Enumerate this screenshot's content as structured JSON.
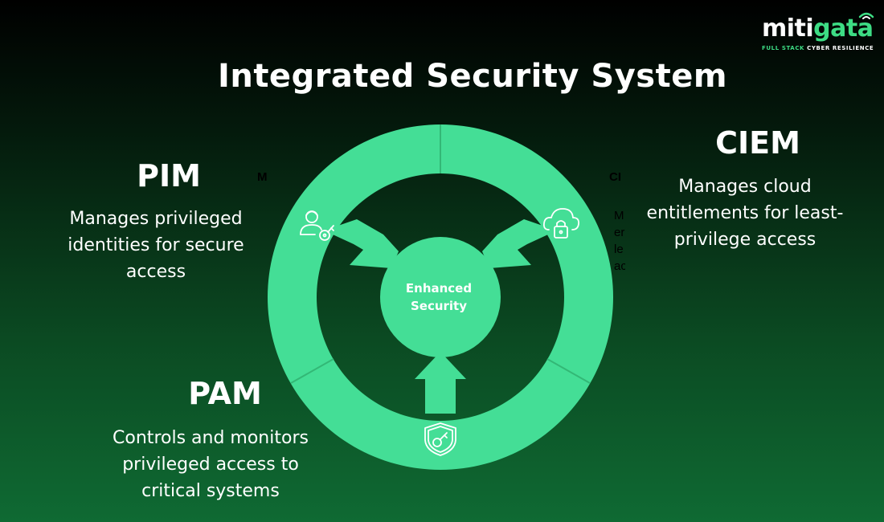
{
  "title": "Integrated Security System",
  "logo": {
    "word_part1": "miti",
    "word_part2": "gata",
    "tagline_part1": "FULL STACK",
    "tagline_part2": "CYBER RESILIENCE"
  },
  "center_label_line1": "Enhanced",
  "center_label_line2": "Security",
  "sections": {
    "pim": {
      "heading": "PIM",
      "description": "Manages privileged identities for secure access",
      "icon": "user-key-icon"
    },
    "ciem": {
      "heading": "CIEM",
      "description": "Manages cloud entitlements for least-privilege access",
      "icon": "cloud-lock-icon"
    },
    "pam": {
      "heading": "PAM",
      "description": "Controls and monitors privileged access to critical systems",
      "icon": "shield-key-icon"
    }
  },
  "fragments": {
    "left": "M",
    "right": "CI",
    "right_col": [
      "M",
      "er",
      "le",
      "ac"
    ]
  },
  "colors": {
    "ring": "#44de96",
    "ring_divider": "#33b876",
    "center": "#44de96",
    "accent_logo": "#3ddc84",
    "background_top": "#000000",
    "background_bottom": "#0f6a33"
  }
}
